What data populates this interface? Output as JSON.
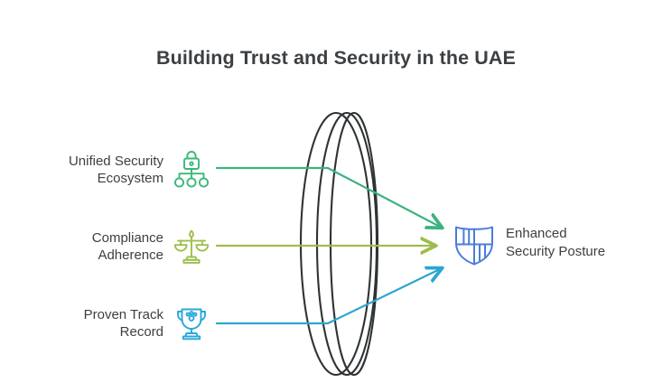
{
  "title": "Building Trust and Security in the UAE",
  "background_color": "#ffffff",
  "text_color": "#3c4043",
  "diagram": {
    "type": "convergence-funnel",
    "center_shape": {
      "name": "lens-ellipse",
      "stroke_color": "#2f3335",
      "ring_count": 3
    },
    "inputs": [
      {
        "label": "Unified Security\nEcosystem",
        "icon": "lock-network-icon",
        "color": "#3cb878",
        "arrow_color": "#3cb37f"
      },
      {
        "label": "Compliance\nAdherence",
        "icon": "balance-scales-icon",
        "color": "#9fbf4c",
        "arrow_color": "#9ebd4e"
      },
      {
        "label": "Proven Track\nRecord",
        "icon": "trophy-icon",
        "color": "#29a8d8",
        "arrow_color": "#2ba6cf"
      }
    ],
    "output": {
      "label": "Enhanced\nSecurity Posture",
      "icon": "shield-crest-icon",
      "color": "#4a7ddb"
    }
  }
}
